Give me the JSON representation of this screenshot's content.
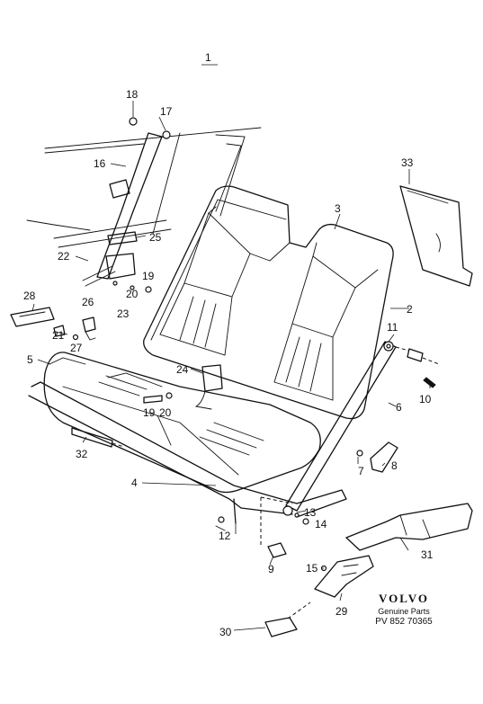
{
  "diagram": {
    "main_label": "1",
    "callouts": [
      "2",
      "3",
      "4",
      "5",
      "6",
      "7",
      "8",
      "9",
      "10",
      "11",
      "12",
      "13",
      "14",
      "15",
      "16",
      "17",
      "18",
      "19",
      "20",
      "21",
      "22",
      "23",
      "24",
      "25",
      "26",
      "27",
      "28",
      "29",
      "30",
      "31",
      "32",
      "33",
      "19",
      "20",
      "20"
    ]
  },
  "brand": {
    "logo": "VOLVO",
    "tagline": "Genuine Parts",
    "reference": "PV 852 70365"
  },
  "colors": {
    "ink": "#111111",
    "paper": "#ffffff"
  }
}
